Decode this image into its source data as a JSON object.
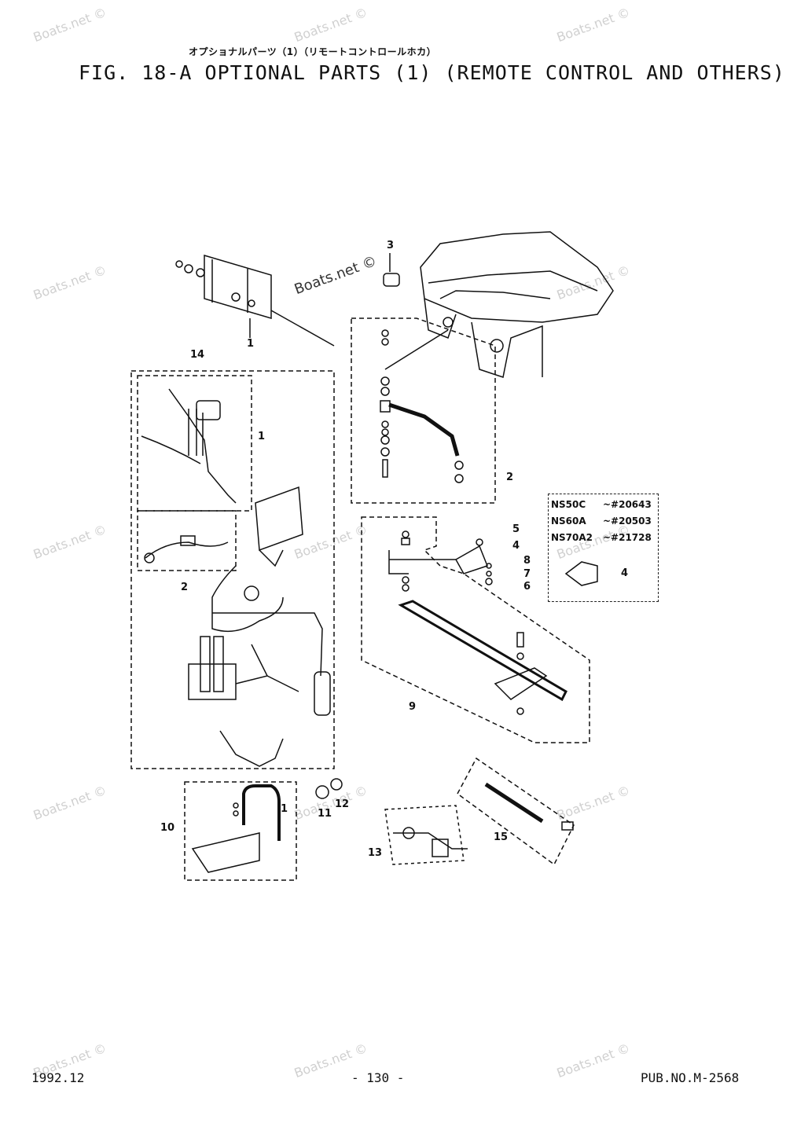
{
  "header": {
    "subtitle_jp": "オプショナルパーツ（1）（リモートコントロールホカ）",
    "title": "FIG. 18-A OPTIONAL PARTS (1) (REMOTE CONTROL AND OTHERS)"
  },
  "watermark": {
    "text": "Boats.net ©"
  },
  "callouts": [
    {
      "key": "c3",
      "label": "3"
    },
    {
      "key": "c1a",
      "label": "1"
    },
    {
      "key": "c14",
      "label": "14"
    },
    {
      "key": "c1b",
      "label": "1"
    },
    {
      "key": "c2a",
      "label": "2"
    },
    {
      "key": "c2b",
      "label": "2"
    },
    {
      "key": "c5",
      "label": "5"
    },
    {
      "key": "c4a",
      "label": "4"
    },
    {
      "key": "c8",
      "label": "8"
    },
    {
      "key": "c7",
      "label": "7"
    },
    {
      "key": "c6",
      "label": "6"
    },
    {
      "key": "c4b",
      "label": "4"
    },
    {
      "key": "c9",
      "label": "9"
    },
    {
      "key": "c10",
      "label": "10"
    },
    {
      "key": "c1c",
      "label": "1"
    },
    {
      "key": "c11",
      "label": "11"
    },
    {
      "key": "c12",
      "label": "12"
    },
    {
      "key": "c13",
      "label": "13"
    },
    {
      "key": "c15",
      "label": "15"
    }
  ],
  "model_table": [
    {
      "model": "NS50C",
      "serial": "~#20643"
    },
    {
      "model": "NS60A",
      "serial": "~#20503"
    },
    {
      "model": "NS70A2",
      "serial": "~#21728"
    }
  ],
  "footer": {
    "date": "1992.12",
    "page": "- 130 -",
    "pub": "PUB.NO.M-2568"
  }
}
